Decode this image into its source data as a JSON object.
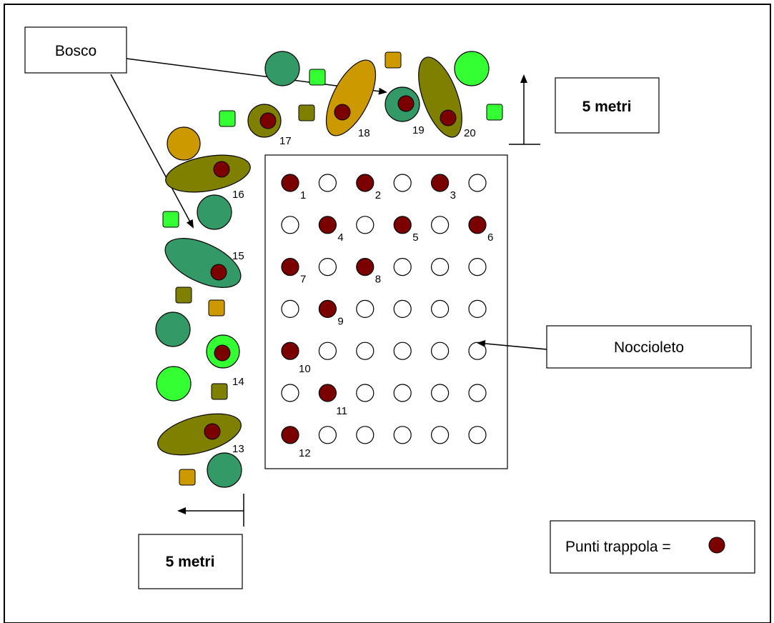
{
  "labels": {
    "bosco": "Bosco",
    "scale_top": "5 metri",
    "scale_bottom": "5 metri",
    "noccioleto": "Noccioleto",
    "legend": "Punti trappola ="
  },
  "trap_numbers": [
    "1",
    "2",
    "3",
    "4",
    "5",
    "6",
    "7",
    "8",
    "9",
    "10",
    "11",
    "12",
    "13",
    "14",
    "15",
    "16",
    "17",
    "18",
    "19",
    "20"
  ],
  "colors": {
    "trap": "#7b0000",
    "olive": "#808000",
    "sea_green": "#339966",
    "lime": "#33ff33",
    "gold": "#cc9900",
    "border": "#000000"
  },
  "orchard": {
    "rows": 7,
    "cols": 6,
    "trap_cells": [
      [
        0,
        0,
        1
      ],
      [
        0,
        2,
        2
      ],
      [
        0,
        4,
        3
      ],
      [
        1,
        1,
        4
      ],
      [
        1,
        3,
        5
      ],
      [
        1,
        5,
        6
      ],
      [
        2,
        0,
        7
      ],
      [
        2,
        2,
        8
      ],
      [
        3,
        1,
        9
      ],
      [
        4,
        0,
        10
      ],
      [
        5,
        1,
        11
      ],
      [
        6,
        0,
        12
      ]
    ]
  }
}
